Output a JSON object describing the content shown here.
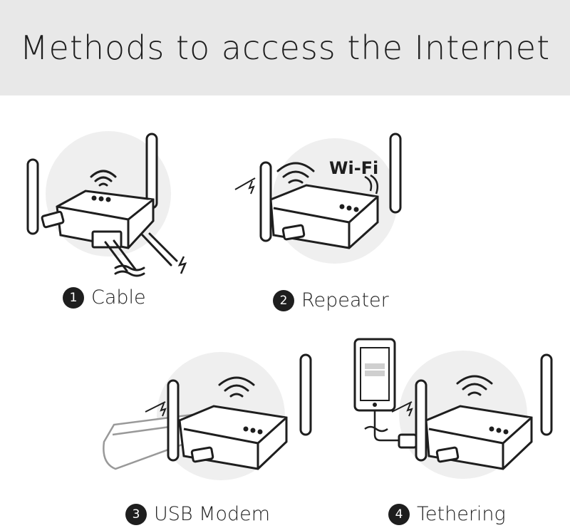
{
  "title": "Methods to access the Internet",
  "methods": [
    {
      "number": "1",
      "label": "Cable"
    },
    {
      "number": "2",
      "label": "Repeater"
    },
    {
      "number": "3",
      "label": "USB Modem"
    },
    {
      "number": "4",
      "label": "Tethering"
    }
  ],
  "badges": {
    "wifi_logo": "Wi-Fi"
  },
  "colors": {
    "header_bg": "#e8e8e8",
    "circle_bg": "#efefef",
    "ink": "#1e1e1e"
  }
}
